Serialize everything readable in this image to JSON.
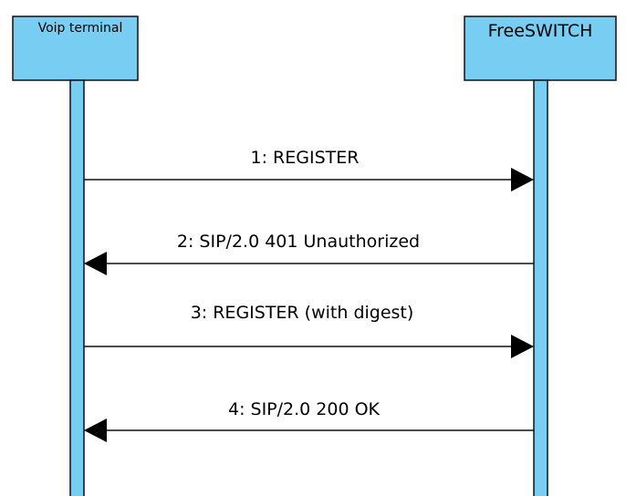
{
  "participants": {
    "left": {
      "label": "Voip terminal"
    },
    "right": {
      "label": "FreeSWITCH"
    }
  },
  "colors": {
    "participant_fill": "#78cdf2",
    "line": "#111111"
  },
  "messages": [
    {
      "label": "1: REGISTER",
      "from": "left",
      "to": "right"
    },
    {
      "label": "2: SIP/2.0 401 Unauthorized",
      "from": "right",
      "to": "left"
    },
    {
      "label": "3: REGISTER (with digest)",
      "from": "left",
      "to": "right"
    },
    {
      "label": "4: SIP/2.0 200 OK",
      "from": "right",
      "to": "left"
    }
  ]
}
